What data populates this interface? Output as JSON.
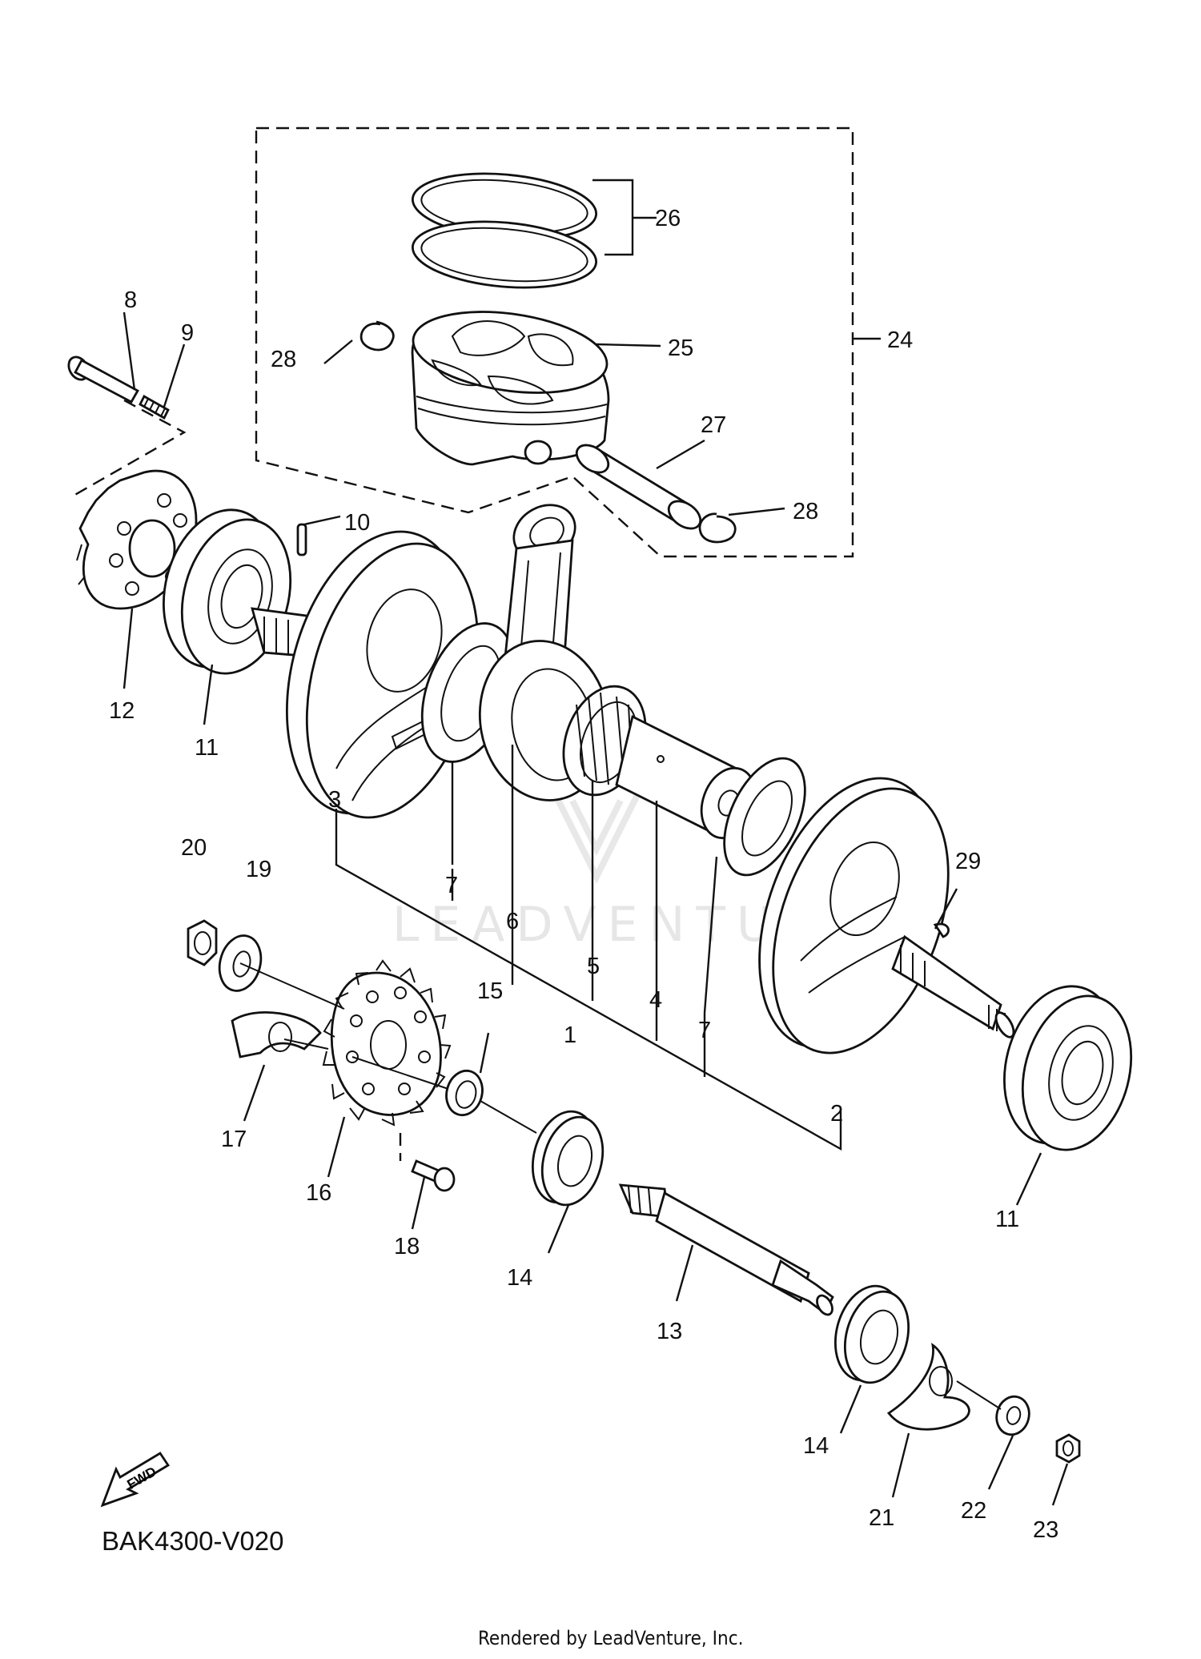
{
  "diagram_code": "BAK4300-V020",
  "footer_text": "Rendered by LeadVenture, Inc.",
  "watermark_text": "LEADVENTURE",
  "fwd_label": "FWD",
  "callouts": [
    {
      "id": "c1",
      "label": "1"
    },
    {
      "id": "c2",
      "label": "2"
    },
    {
      "id": "c3",
      "label": "3"
    },
    {
      "id": "c4",
      "label": "4"
    },
    {
      "id": "c5",
      "label": "5"
    },
    {
      "id": "c6",
      "label": "6"
    },
    {
      "id": "c7a",
      "label": "7"
    },
    {
      "id": "c7b",
      "label": "7"
    },
    {
      "id": "c8",
      "label": "8"
    },
    {
      "id": "c9",
      "label": "9"
    },
    {
      "id": "c10",
      "label": "10"
    },
    {
      "id": "c11a",
      "label": "11"
    },
    {
      "id": "c11b",
      "label": "11"
    },
    {
      "id": "c12",
      "label": "12"
    },
    {
      "id": "c13",
      "label": "13"
    },
    {
      "id": "c14a",
      "label": "14"
    },
    {
      "id": "c14b",
      "label": "14"
    },
    {
      "id": "c15",
      "label": "15"
    },
    {
      "id": "c16",
      "label": "16"
    },
    {
      "id": "c17",
      "label": "17"
    },
    {
      "id": "c18",
      "label": "18"
    },
    {
      "id": "c19",
      "label": "19"
    },
    {
      "id": "c20",
      "label": "20"
    },
    {
      "id": "c21",
      "label": "21"
    },
    {
      "id": "c22",
      "label": "22"
    },
    {
      "id": "c23",
      "label": "23"
    },
    {
      "id": "c24",
      "label": "24"
    },
    {
      "id": "c25",
      "label": "25"
    },
    {
      "id": "c26",
      "label": "26"
    },
    {
      "id": "c27",
      "label": "27"
    },
    {
      "id": "c28a",
      "label": "28"
    },
    {
      "id": "c28b",
      "label": "28"
    },
    {
      "id": "c29",
      "label": "29"
    }
  ]
}
